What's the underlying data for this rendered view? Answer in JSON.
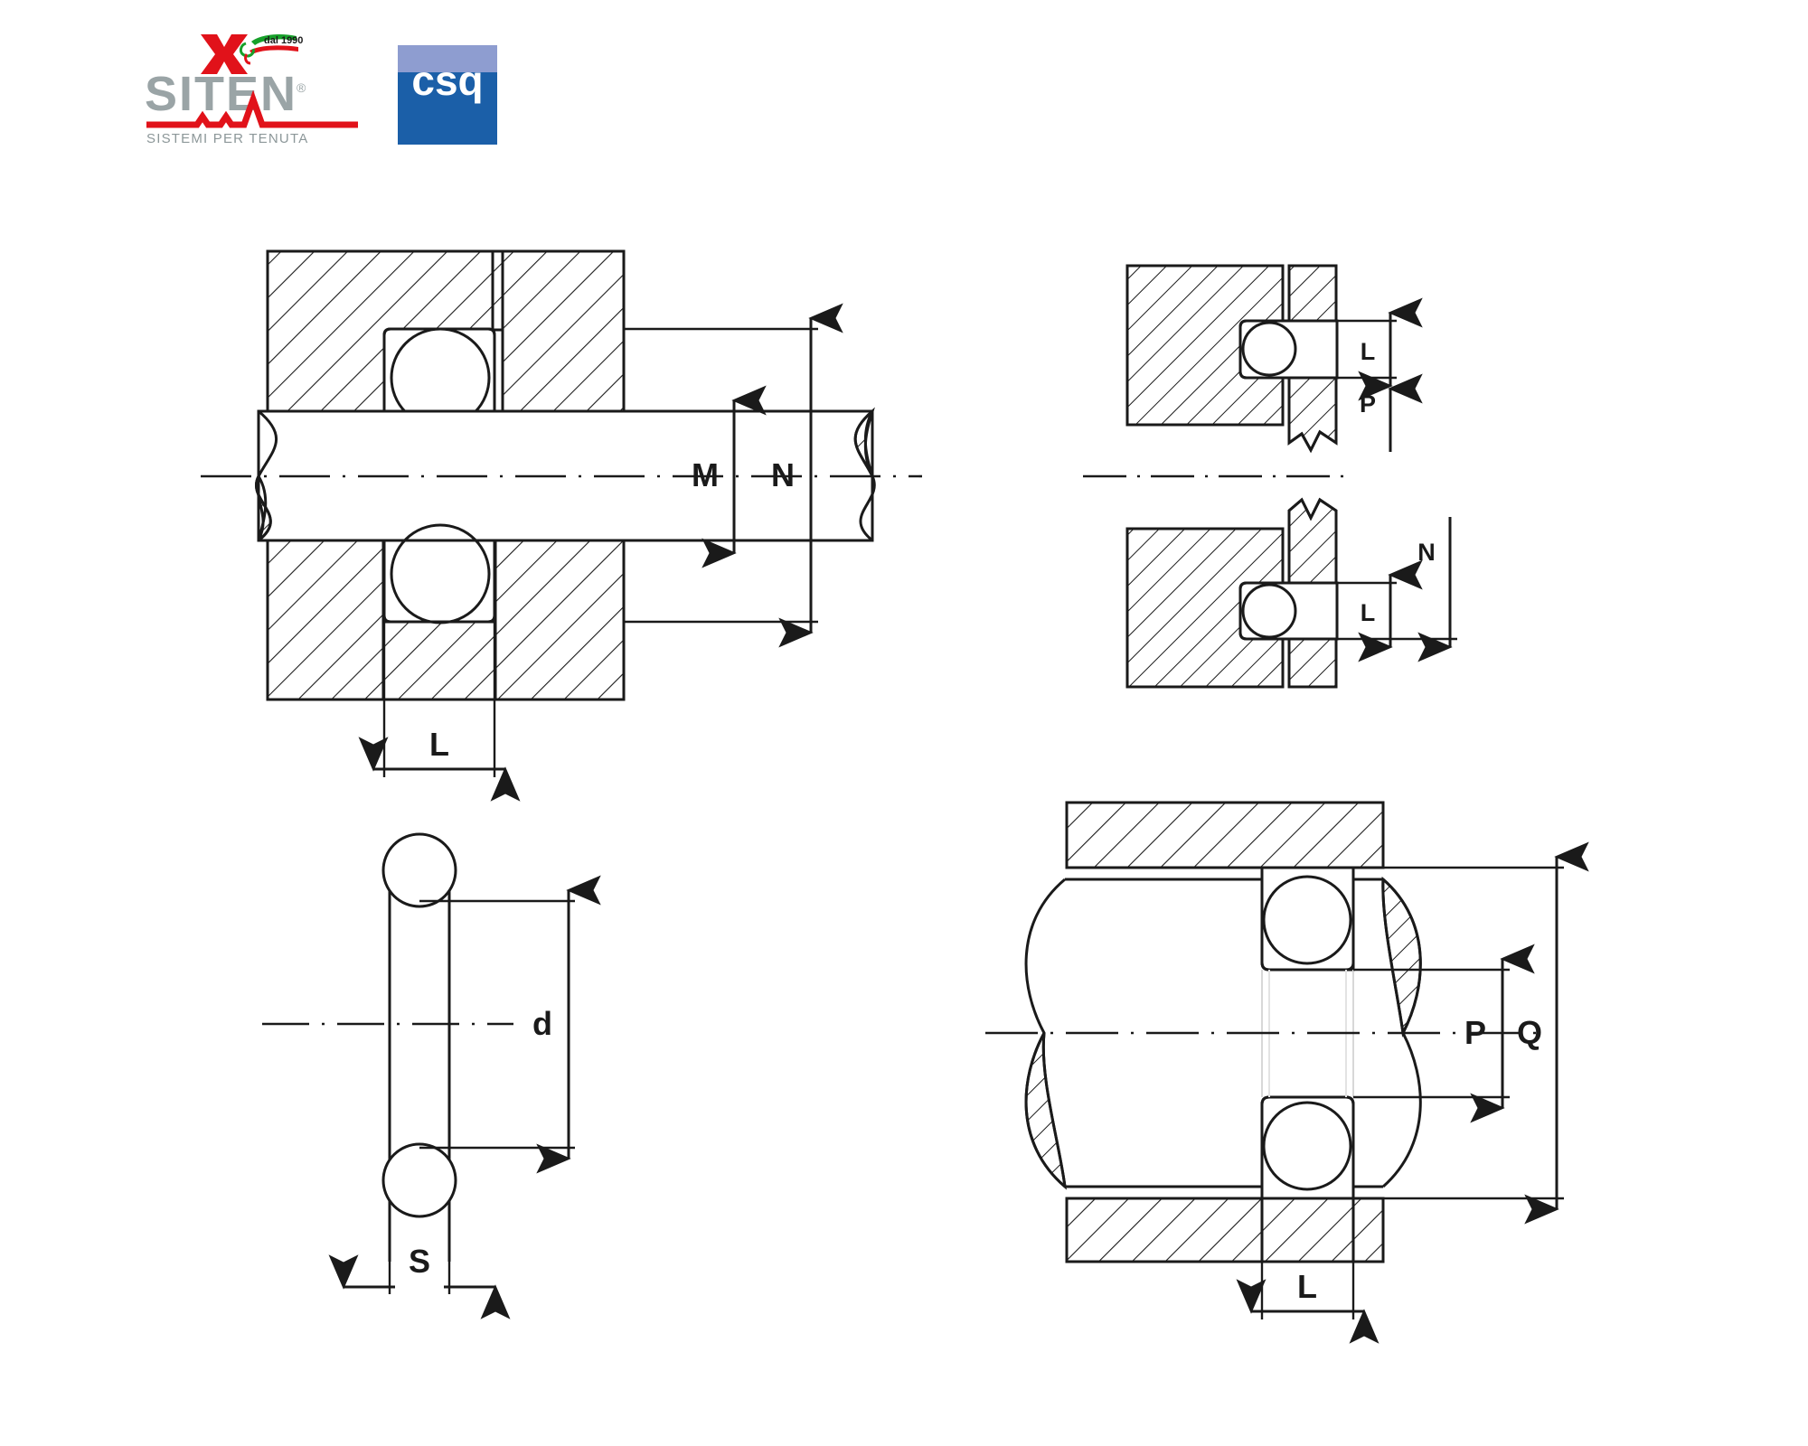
{
  "page": {
    "background_color": "#ffffff",
    "line_color": "#1a1a1a",
    "document_type": "technical-drawing",
    "subject": "O-ring seal groove installation dimension diagrams"
  },
  "header": {
    "siten_logo": {
      "wordmark": "SITEN",
      "registered_mark": "®",
      "tagline": "SISTEMI PER TENUTA",
      "badge_text": "dal 1990",
      "colors": {
        "wordmark_gray": "#9aa4a6",
        "accent_red": "#e1121a",
        "badge_green": "#17a02a",
        "tagline_gray": "#8c9799"
      }
    },
    "csq_logo": {
      "wordmark": "csq",
      "colors": {
        "top_band": "#8e9dd0",
        "body": "#1b5fa8",
        "text": "#ffffff"
      }
    }
  },
  "diagrams": [
    {
      "id": "axial-seal-shaft-section",
      "position": "top-left",
      "description": "Cross-section of a shaft with upper and lower housing blocks, O-ring seated in a groove",
      "dimension_labels": [
        {
          "label": "M",
          "orientation": "vertical",
          "meaning": "shaft diameter"
        },
        {
          "label": "N",
          "orientation": "vertical",
          "meaning": "groove outer diameter"
        },
        {
          "label": "L",
          "orientation": "horizontal",
          "meaning": "groove width"
        }
      ]
    },
    {
      "id": "piston-groove-detail-upper",
      "position": "top-right-upper",
      "description": "Hatched block with O-ring groove detail, broken edge",
      "dimension_labels": [
        {
          "label": "L",
          "orientation": "vertical",
          "meaning": "groove width"
        },
        {
          "label": "P",
          "orientation": "vertical",
          "meaning": "groove depth reference"
        }
      ]
    },
    {
      "id": "piston-groove-detail-lower",
      "position": "top-right-lower",
      "description": "Mirrored hatched block with O-ring groove detail, broken edge",
      "dimension_labels": [
        {
          "label": "L",
          "orientation": "vertical",
          "meaning": "groove width"
        },
        {
          "label": "N",
          "orientation": "vertical",
          "meaning": "groove outer diameter"
        }
      ]
    },
    {
      "id": "o-ring-cross-section",
      "position": "bottom-left",
      "description": "O-ring free-state cross-section showing inner diameter and cord thickness",
      "dimension_labels": [
        {
          "label": "d",
          "orientation": "vertical",
          "meaning": "inside diameter"
        },
        {
          "label": "S",
          "orientation": "horizontal",
          "meaning": "cord thickness"
        }
      ]
    },
    {
      "id": "bore-seal-section",
      "position": "bottom-right",
      "description": "Cross-section of a bore with waisted shaft, O-rings in grooves top and bottom",
      "dimension_labels": [
        {
          "label": "P",
          "orientation": "vertical",
          "meaning": "groove root diameter"
        },
        {
          "label": "Q",
          "orientation": "vertical",
          "meaning": "bore diameter"
        },
        {
          "label": "L",
          "orientation": "horizontal",
          "meaning": "groove width"
        }
      ]
    }
  ]
}
